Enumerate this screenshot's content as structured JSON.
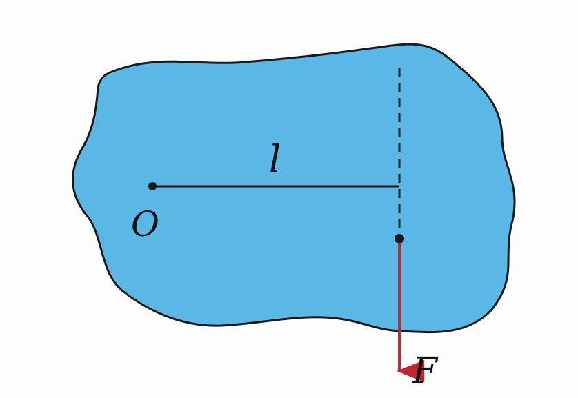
{
  "diagram": {
    "labels": {
      "pivot": "O",
      "lever_arm": "l",
      "force": "F"
    },
    "colors": {
      "body_fill": "#5bb8e6",
      "outline": "#1a1a1a",
      "force_arrow": "#c4262e"
    }
  }
}
